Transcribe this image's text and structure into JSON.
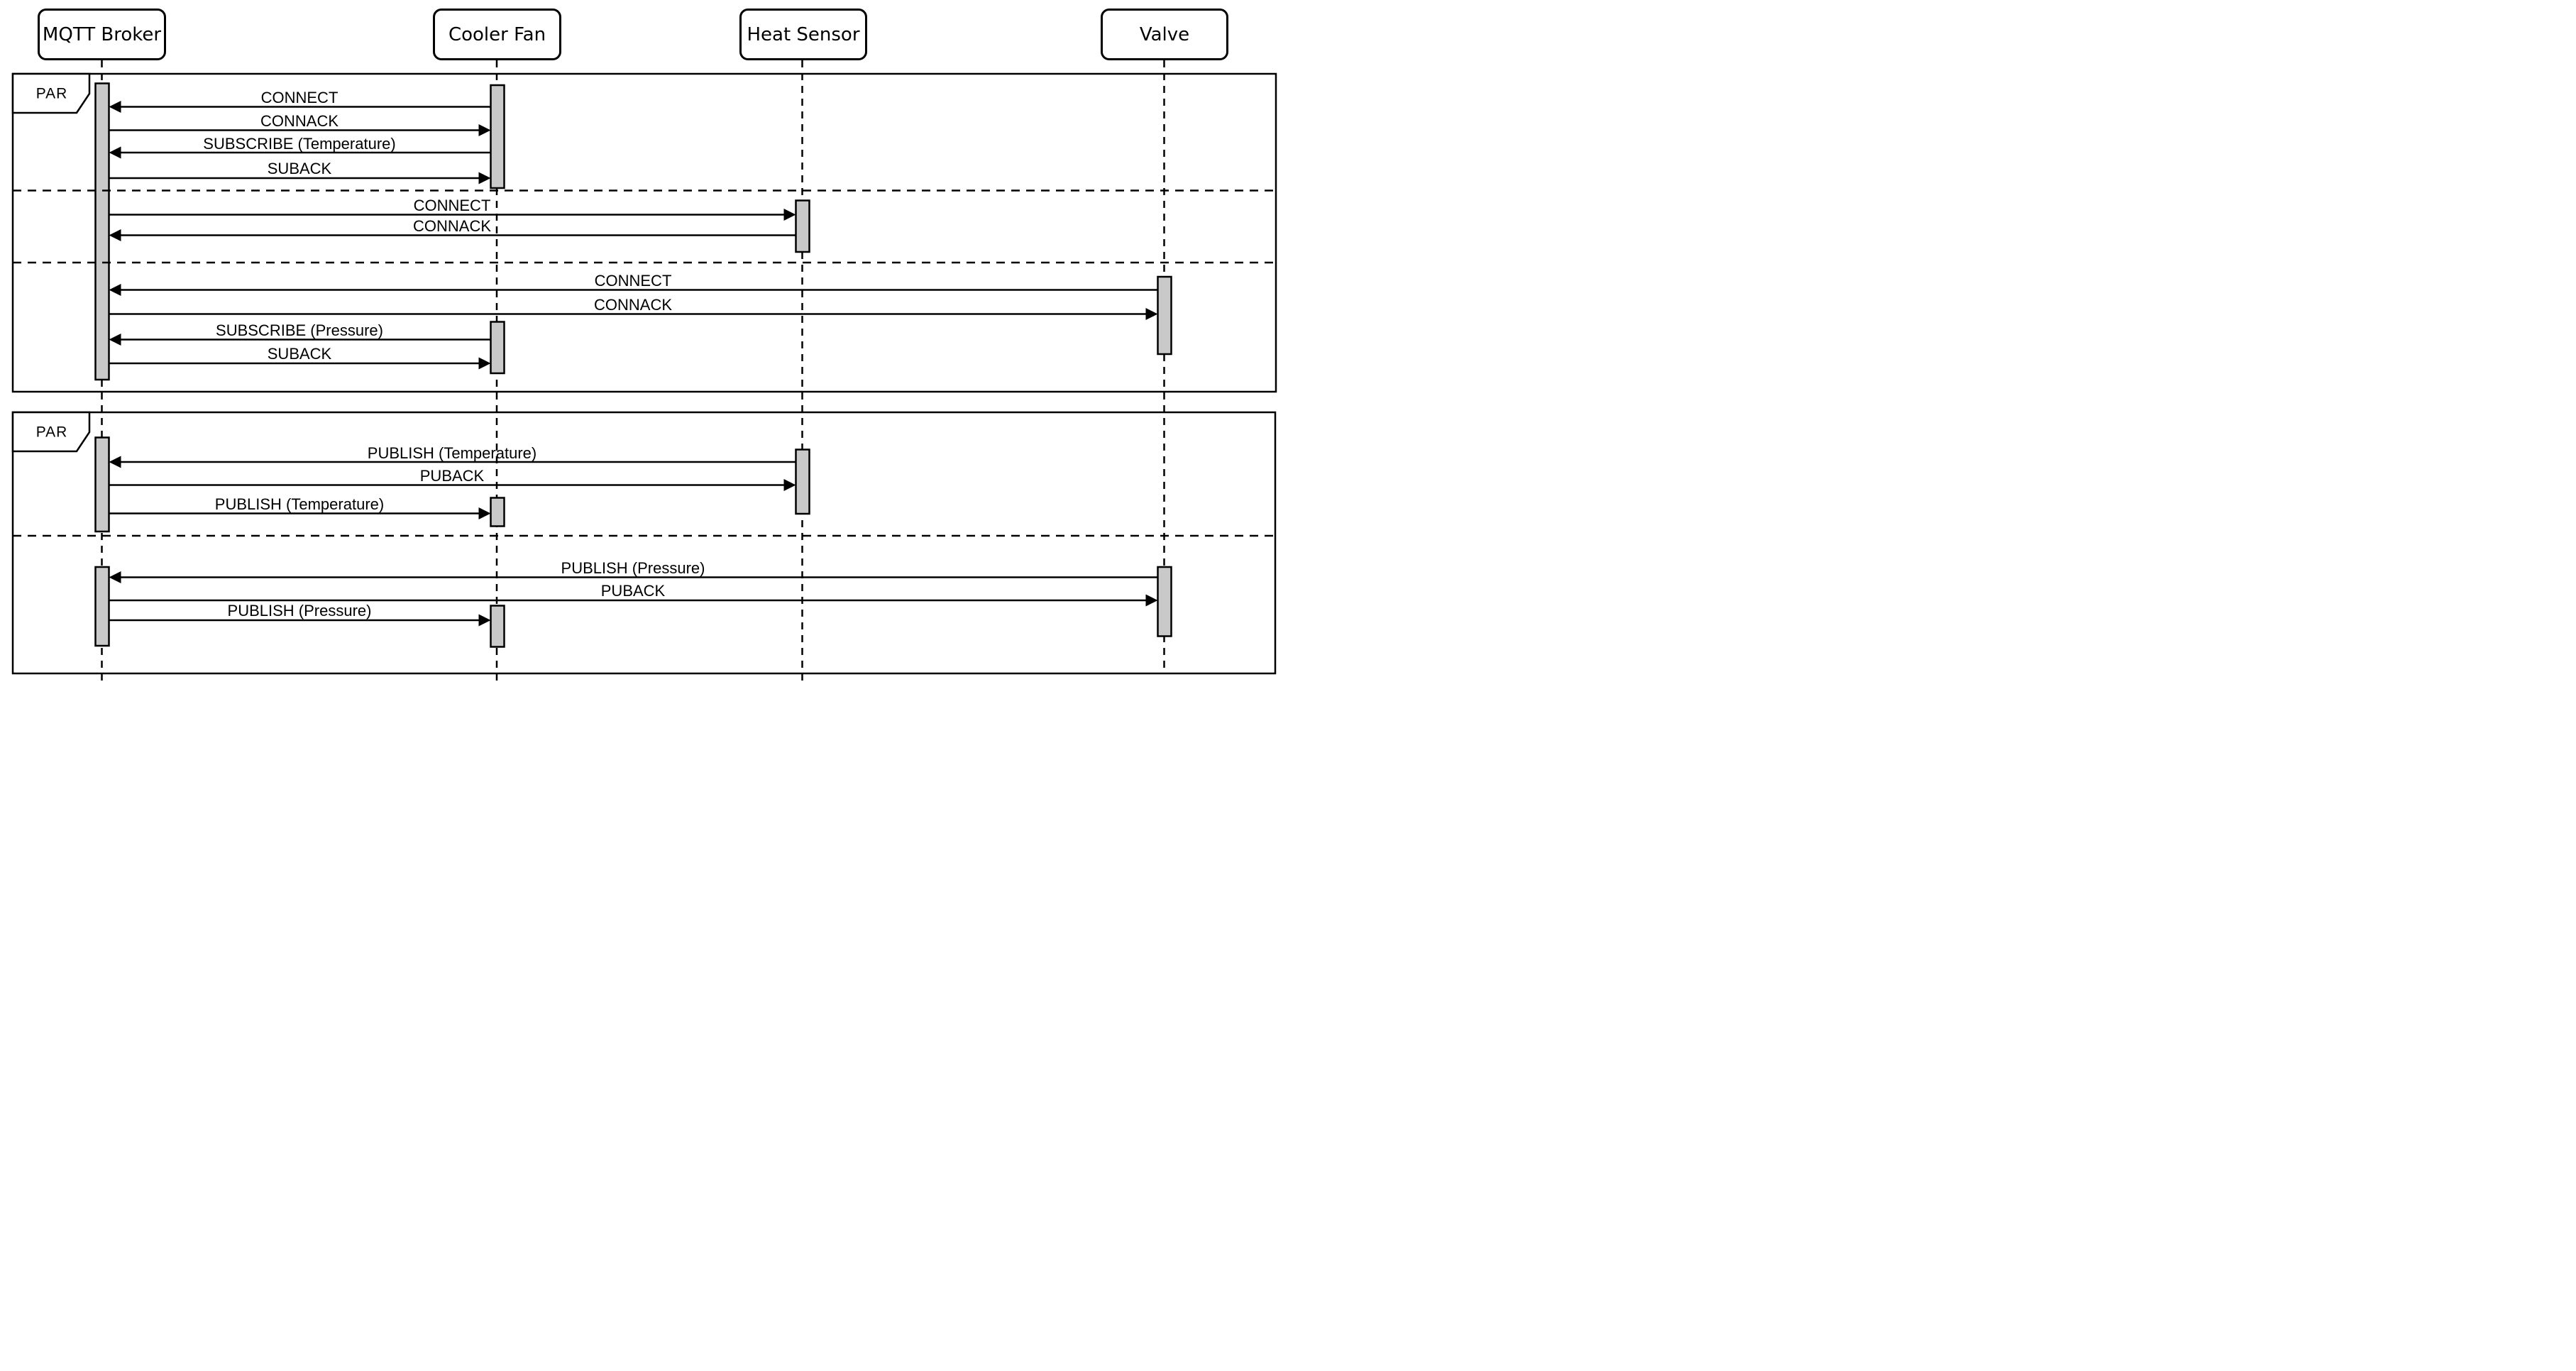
{
  "diagram": {
    "type": "uml-sequence-diagram",
    "colors": {
      "background": "#ffffff",
      "line": "#000000",
      "activation_fill": "#c9c9c9"
    },
    "participants": [
      {
        "name": "MQTT Broker"
      },
      {
        "name": "Cooler Fan"
      },
      {
        "name": "Heat Sensor"
      },
      {
        "name": "Valve"
      }
    ],
    "fragments": [
      {
        "operator": "PAR"
      },
      {
        "operator": "PAR"
      }
    ],
    "messages": [
      {
        "label": "CONNECT",
        "from": "Cooler Fan",
        "to": "MQTT Broker"
      },
      {
        "label": "CONNACK",
        "from": "MQTT Broker",
        "to": "Cooler Fan"
      },
      {
        "label": "SUBSCRIBE (Temperature)",
        "from": "Cooler Fan",
        "to": "MQTT Broker"
      },
      {
        "label": "SUBACK",
        "from": "MQTT Broker",
        "to": "Cooler Fan"
      },
      {
        "label": "CONNECT",
        "from": "MQTT Broker",
        "to": "Heat Sensor"
      },
      {
        "label": "CONNACK",
        "from": "Heat Sensor",
        "to": "MQTT Broker"
      },
      {
        "label": "CONNECT",
        "from": "Valve",
        "to": "MQTT Broker"
      },
      {
        "label": "CONNACK",
        "from": "MQTT Broker",
        "to": "Valve"
      },
      {
        "label": "SUBSCRIBE (Pressure)",
        "from": "Cooler Fan",
        "to": "MQTT Broker"
      },
      {
        "label": "SUBACK",
        "from": "MQTT Broker",
        "to": "Cooler Fan"
      },
      {
        "label": "PUBLISH (Temperature)",
        "from": "Heat Sensor",
        "to": "MQTT Broker"
      },
      {
        "label": "PUBACK",
        "from": "MQTT Broker",
        "to": "Heat Sensor"
      },
      {
        "label": "PUBLISH (Temperature)",
        "from": "MQTT Broker",
        "to": "Cooler Fan"
      },
      {
        "label": "PUBLISH (Pressure)",
        "from": "Valve",
        "to": "MQTT Broker"
      },
      {
        "label": "PUBACK",
        "from": "MQTT Broker",
        "to": "Valve"
      },
      {
        "label": "PUBLISH (Pressure)",
        "from": "MQTT Broker",
        "to": "Cooler Fan"
      }
    ]
  }
}
